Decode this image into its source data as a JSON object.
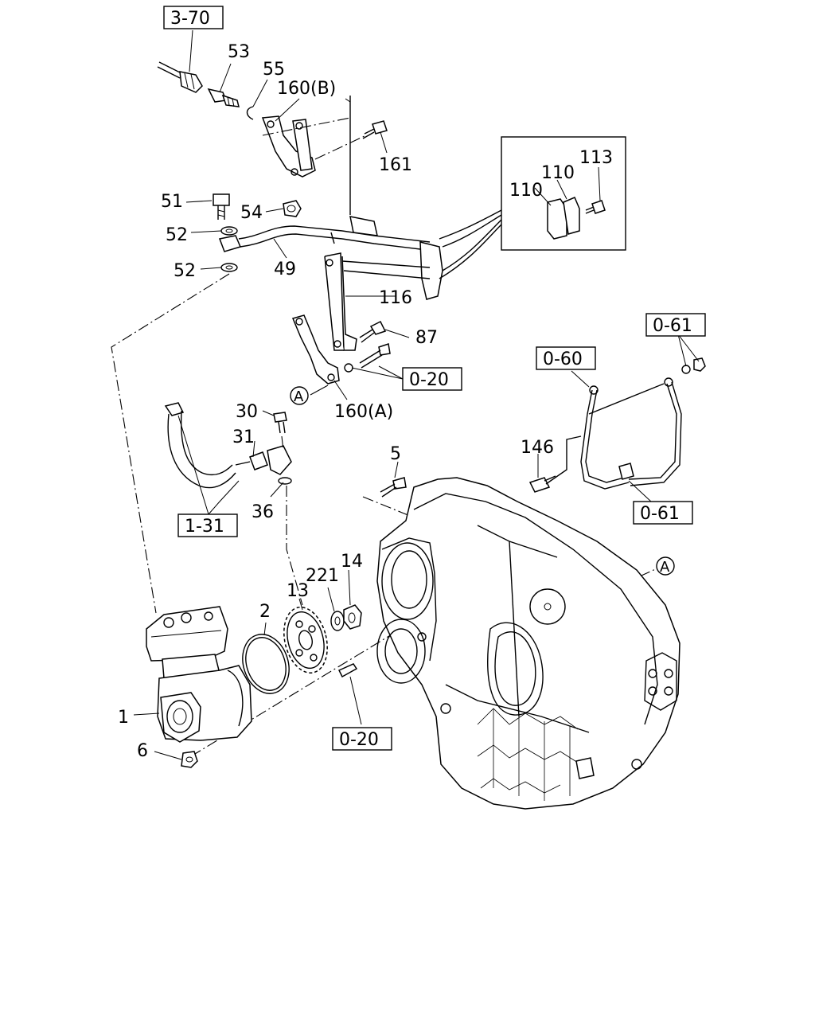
{
  "callouts": {
    "c1": "1",
    "c2": "2",
    "c5": "5",
    "c6": "6",
    "c13": "13",
    "c14": "14",
    "c30": "30",
    "c31": "31",
    "c36": "36",
    "c49": "49",
    "c51": "51",
    "c52a": "52",
    "c52b": "52",
    "c53": "53",
    "c54": "54",
    "c55": "55",
    "c87": "87",
    "c110a": "110",
    "c110b": "110",
    "c113": "113",
    "c116": "116",
    "c146": "146",
    "c160b": "160(B)",
    "c160a": "160(A)",
    "c161": "161",
    "c221": "221"
  },
  "refs": {
    "r370": "3-70",
    "r020a": "0-20",
    "r020b": "0-20",
    "r060": "0-60",
    "r061a": "0-61",
    "r061b": "0-61",
    "r131": "1-31"
  },
  "markers": {
    "a1": "A",
    "a2": "A"
  }
}
